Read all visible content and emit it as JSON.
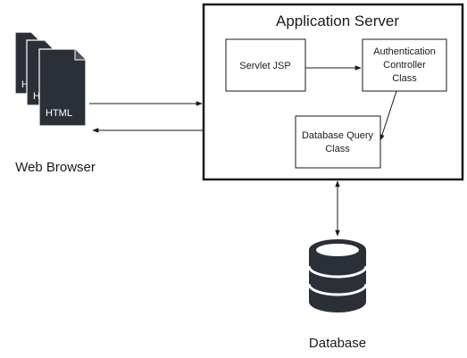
{
  "server": {
    "title": "Application Server"
  },
  "components": {
    "servlet": "Servlet JSP",
    "auth_line1": "Authentication",
    "auth_line2": "Controller",
    "auth_line3": "Class",
    "dbq_line1": "Database Query",
    "dbq_line2": "Class"
  },
  "browser": {
    "label": "Web Browser",
    "page_label": "HTML",
    "back_page_letter": "H"
  },
  "database": {
    "label": "Database"
  },
  "icons": {
    "browser": "html-pages-icon",
    "database": "database-cylinder-icon"
  },
  "colors": {
    "stroke": "#1a1a1a",
    "page_fill": "#2b2f38",
    "page_text": "#ffffff"
  }
}
